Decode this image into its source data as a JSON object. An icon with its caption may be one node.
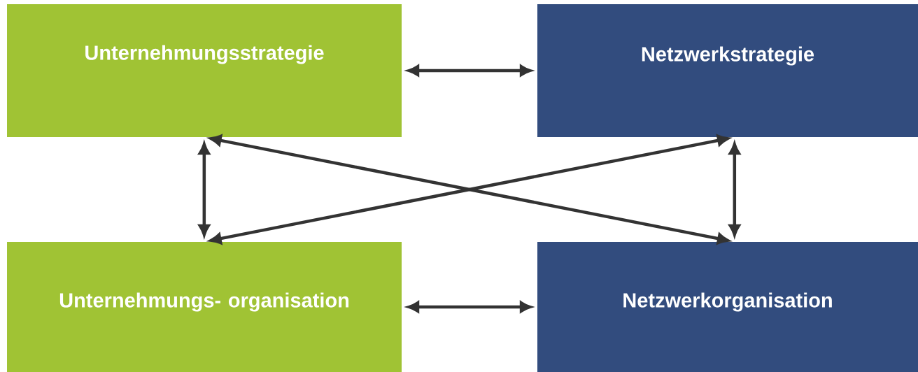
{
  "diagram": {
    "nodes": [
      {
        "text": [
          "Unternehmungsstrategie"
        ]
      },
      {
        "text": [
          "Netzwerkstrategie"
        ]
      },
      {
        "text": [
          "Unternehmungs- organisation"
        ]
      },
      {
        "text": [
          "Netzwerkorganisation"
        ]
      }
    ],
    "edges": [
      {
        "from": 0,
        "to": 1,
        "arrow": "both"
      },
      {
        "from": 0,
        "to": 2,
        "arrow": "both"
      },
      {
        "from": 0,
        "to": 3,
        "arrow": "both"
      },
      {
        "from": 1,
        "to": 2,
        "arrow": "both"
      },
      {
        "from": 1,
        "to": 3,
        "arrow": "both"
      },
      {
        "from": 2,
        "to": 3,
        "arrow": "both"
      }
    ]
  }
}
